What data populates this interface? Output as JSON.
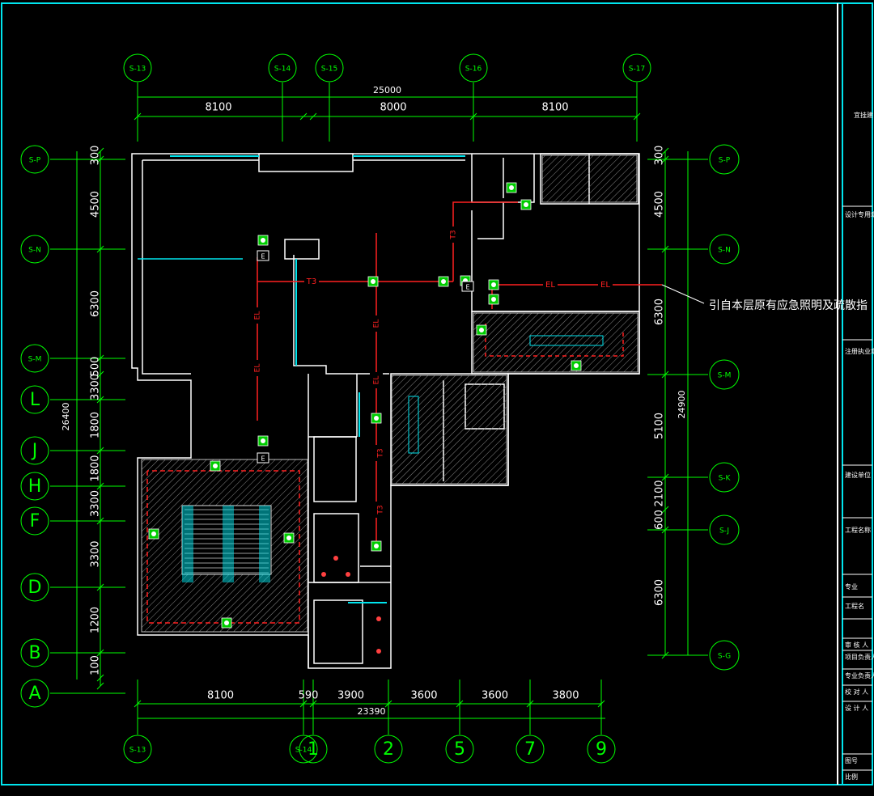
{
  "grid_top": [
    "S-13",
    "S-14",
    "S-15",
    "S-16",
    "S-17"
  ],
  "grid_bottom": [
    "S-13",
    "S-14",
    "1",
    "2",
    "5",
    "7",
    "9"
  ],
  "grid_left": [
    "S-P",
    "S-N",
    "S-M",
    "L",
    "J",
    "H",
    "F",
    "D",
    "B",
    "A"
  ],
  "grid_right": [
    "S-P",
    "S-N",
    "S-M",
    "S-K",
    "S-J",
    "S-G"
  ],
  "dims_top": {
    "total": "25000",
    "segments": [
      "8100",
      "8000",
      "8100"
    ]
  },
  "dims_bottom": {
    "total": "23390",
    "segments": [
      "8100",
      "590",
      "3900",
      "3600",
      "3600",
      "3800"
    ]
  },
  "dims_left": {
    "total": "26400",
    "segments": [
      "300",
      "4500",
      "6300",
      "500",
      "3300",
      "1800",
      "1800",
      "3300",
      "3300",
      "1200",
      "100"
    ]
  },
  "dims_right": {
    "total": "24900",
    "segments": [
      "300",
      "4500",
      "6300",
      "5100",
      "2100",
      "600",
      "6300"
    ]
  },
  "circuit_labels": {
    "el": "EL",
    "t3": "T3"
  },
  "annotation": "引自本层原有应急照明及疏散指",
  "fixture_symbol": "E",
  "title_block": {
    "company": "宜挂建",
    "row_labels": [
      "专业",
      "工程名",
      "审 核 人",
      "项目负责人",
      "专业负责人",
      "校 对 人",
      "设 计 人",
      "图号",
      "比例"
    ],
    "section_labels": [
      "设计专用章",
      "注册执业章",
      "建设单位",
      "工程名称"
    ]
  }
}
